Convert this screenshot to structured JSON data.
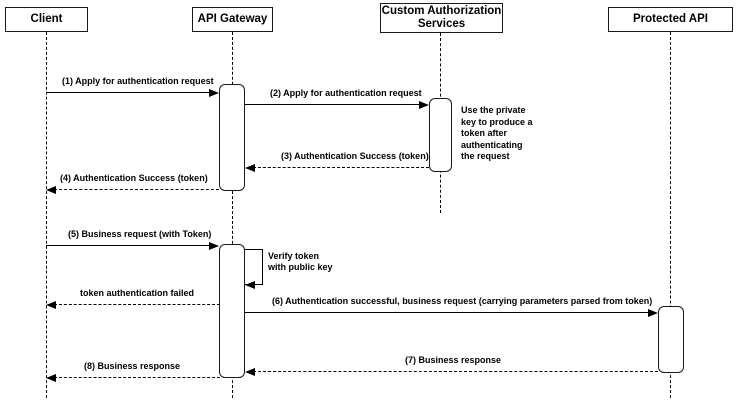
{
  "diagram": {
    "type": "uml-sequence-diagram",
    "participants": [
      {
        "label": "Client"
      },
      {
        "label": "API Gateway"
      },
      {
        "label": "Custom Authorization Services"
      },
      {
        "label": "Protected API"
      }
    ],
    "messages": [
      {
        "label": "(1) Apply for authentication request",
        "from": "Client",
        "to": "API Gateway",
        "style": "solid"
      },
      {
        "label": "(2) Apply for authentication request",
        "from": "API Gateway",
        "to": "Custom Authorization Services",
        "style": "solid"
      },
      {
        "label": "(3) Authentication Success (token)",
        "from": "Custom Authorization Services",
        "to": "API Gateway",
        "style": "dashed"
      },
      {
        "label": "(4) Authentication Success (token)",
        "from": "API Gateway",
        "to": "Client",
        "style": "dashed"
      },
      {
        "label": "(5) Business request (with Token)",
        "from": "Client",
        "to": "API Gateway",
        "style": "solid"
      },
      {
        "label": "Verify token\nwith public key",
        "from": "API Gateway",
        "to": "API Gateway",
        "style": "self"
      },
      {
        "label": "token authentication failed",
        "from": "API Gateway",
        "to": "Client",
        "style": "dashed"
      },
      {
        "label": "(6) Authentication successful, business request (carrying parameters parsed from token)",
        "from": "API Gateway",
        "to": "Protected API",
        "style": "solid"
      },
      {
        "label": "(7) Business response",
        "from": "Protected API",
        "to": "API Gateway",
        "style": "dashed"
      },
      {
        "label": "(8) Business response",
        "from": "API Gateway",
        "to": "Client",
        "style": "dashed"
      }
    ],
    "note": {
      "text": "Use the private\nkey to produce a\ntoken after\nauthenticating\nthe request",
      "attached_to": "Custom Authorization Services"
    },
    "colors": {
      "stroke": "#000000",
      "fill": "#ffffff",
      "background": "#ffffff"
    }
  }
}
